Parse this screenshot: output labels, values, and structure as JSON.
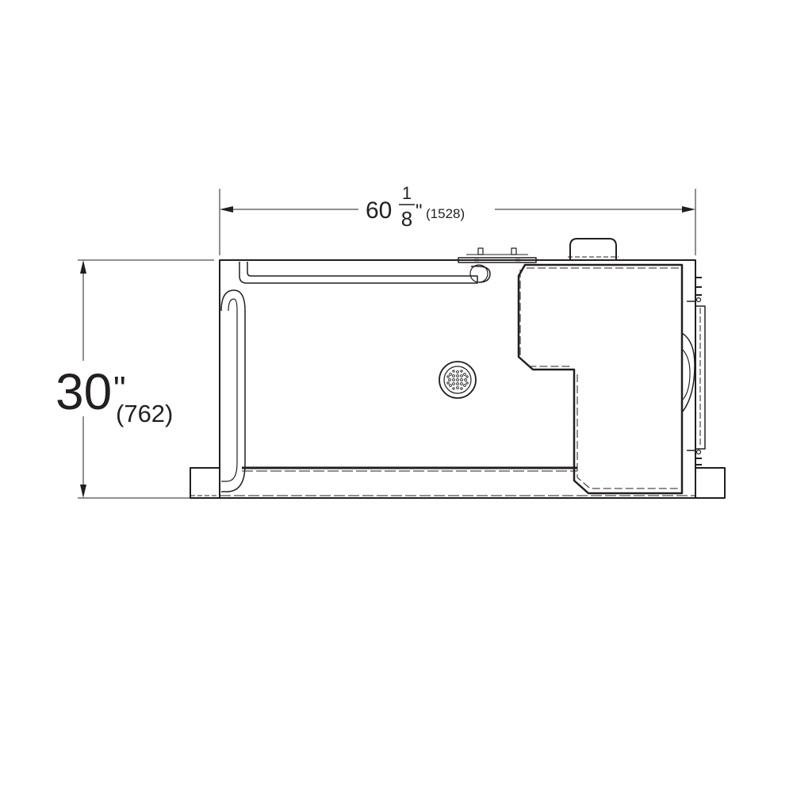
{
  "width_dimension": {
    "whole": "60",
    "fraction_numerator": "1",
    "fraction_denominator": "8",
    "unit_mark": "\"",
    "metric": "(1528)"
  },
  "height_dimension": {
    "value": "30",
    "unit_mark": "\"",
    "metric": "(762)"
  },
  "colors": {
    "line": "#231f20",
    "background": "#ffffff"
  }
}
